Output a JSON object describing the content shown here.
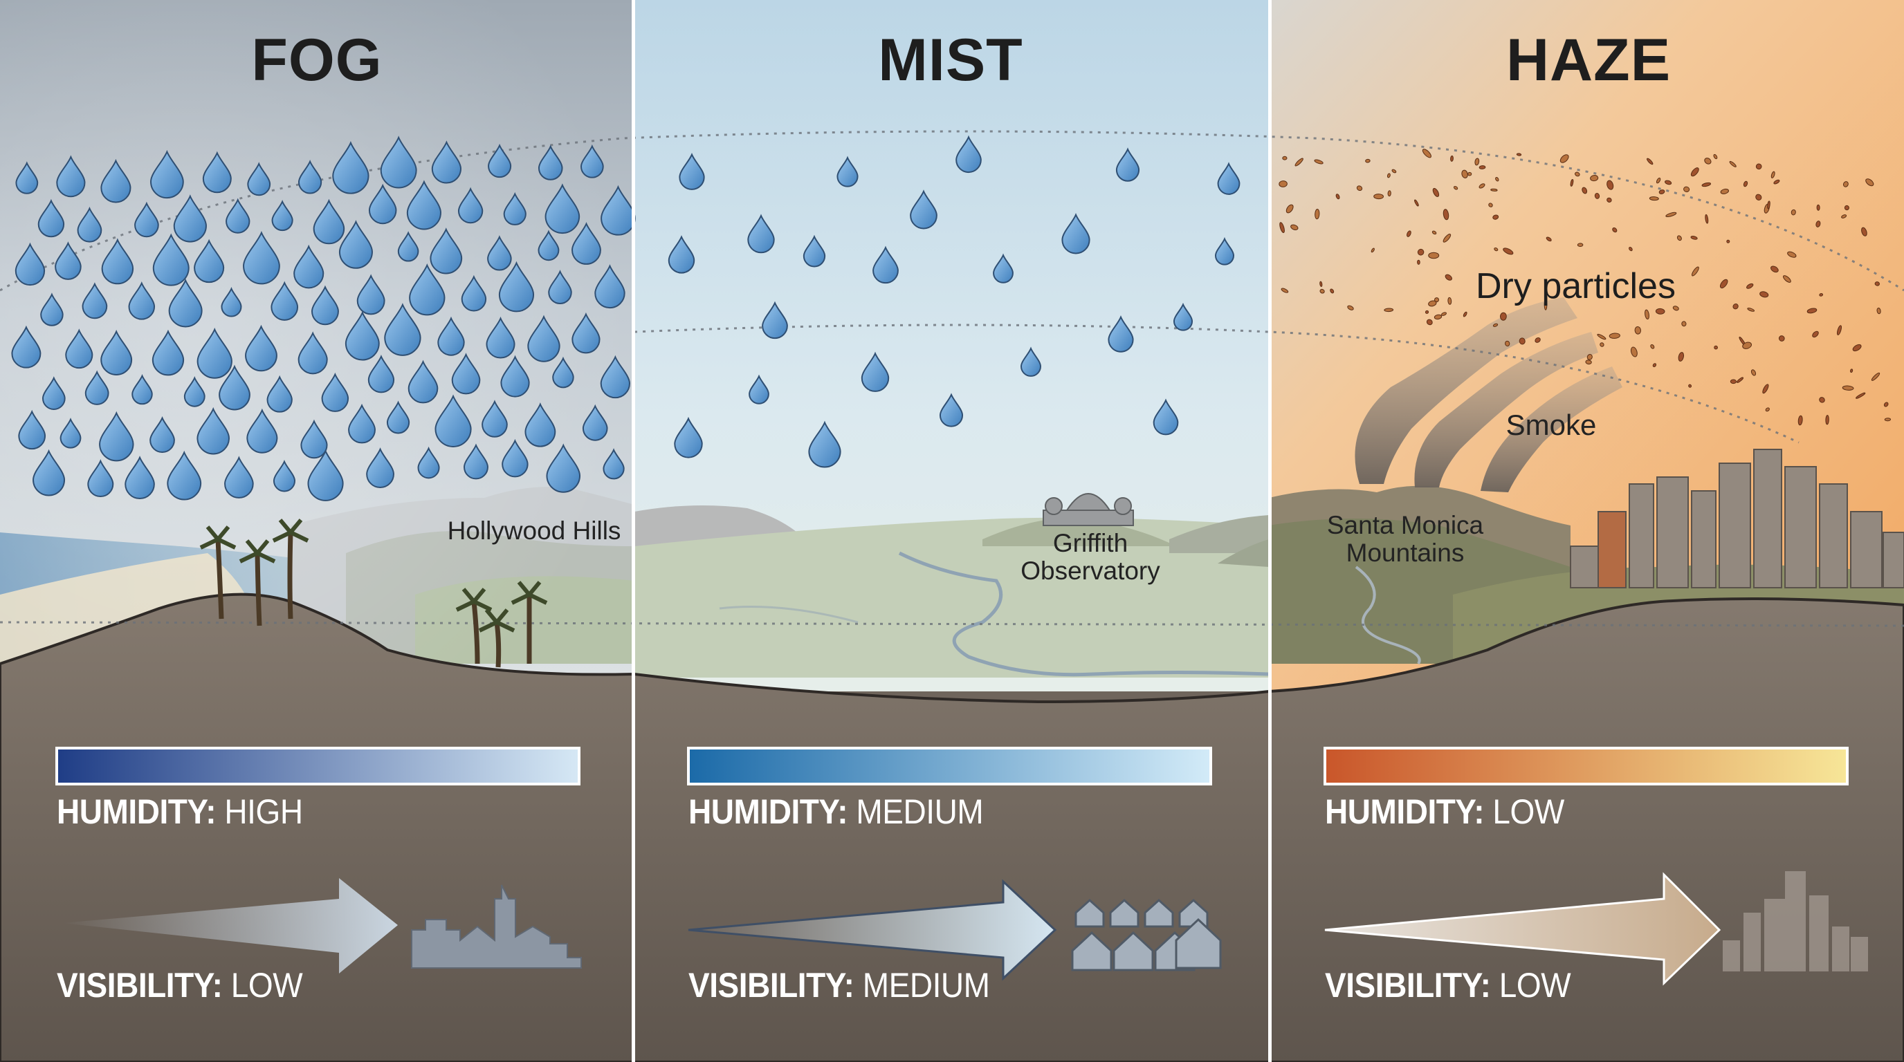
{
  "panels": [
    {
      "title": "FOG",
      "places": [
        "Hollywood Hills"
      ],
      "humidity_label": "HUMIDITY:",
      "humidity_value": "HIGH",
      "humidity_gradient": [
        "#1f3d86",
        "#d6e8f5"
      ],
      "visibility_label": "VISIBILITY:",
      "visibility_value": "LOW",
      "icon": "town-skyline-icon"
    },
    {
      "title": "MIST",
      "places": [
        "Griffith",
        "Observatory"
      ],
      "humidity_label": "HUMIDITY:",
      "humidity_value": "MEDIUM",
      "humidity_gradient": [
        "#1b6aa8",
        "#d3ebf8"
      ],
      "visibility_label": "VISIBILITY:",
      "visibility_value": "MEDIUM",
      "icon": "houses-icon"
    },
    {
      "title": "HAZE",
      "places": [
        "Santa Monica",
        "Mountains"
      ],
      "annotations": [
        "Dry particles",
        "Smoke"
      ],
      "humidity_label": "HUMIDITY:",
      "humidity_value": "LOW",
      "humidity_gradient": [
        "#c9562a",
        "#f7e698"
      ],
      "visibility_label": "VISIBILITY:",
      "visibility_value": "LOW",
      "icon": "city-skyline-icon"
    }
  ],
  "colors": {
    "fog_sky": "#aeb9c3",
    "mist_sky": "#cfe3ef",
    "haze_sky": "#f2b57a",
    "ground": "#6f655c",
    "droplet": "#5b9bd5",
    "particle": "#a0522d",
    "divider": "#ffffff"
  }
}
